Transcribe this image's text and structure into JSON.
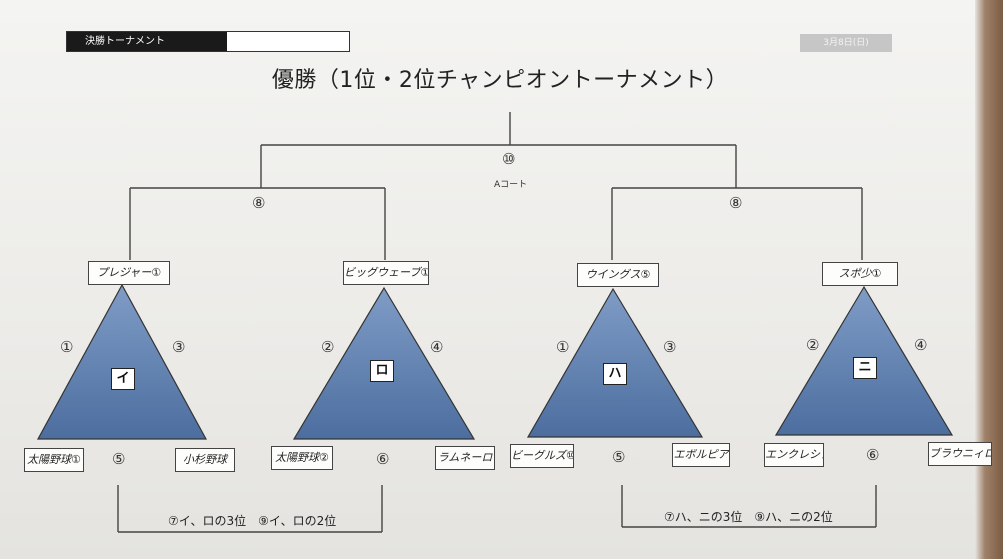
{
  "header": {
    "tab_label": "決勝トーナメント",
    "date": "3月8日(日)"
  },
  "title": "優勝（1位・2位チャンピオントーナメント）",
  "final": {
    "match_no": "⑩",
    "court": "Aコート"
  },
  "semis": [
    {
      "match_no": "⑧"
    },
    {
      "match_no": "⑧"
    }
  ],
  "pools": [
    {
      "pool": "イ",
      "winner": "プレジャー①",
      "left_match": "①",
      "right_match": "③",
      "bottom_match": "⑤",
      "bottom_left": "太陽野球①",
      "bottom_right": "小杉野球"
    },
    {
      "pool": "ロ",
      "winner": "ビッグウェーブ①",
      "left_match": "②",
      "right_match": "④",
      "bottom_match": "⑥",
      "bottom_left": "太陽野球②",
      "bottom_right": "ラムネーロ"
    },
    {
      "pool": "ハ",
      "winner": "ウイングス⑤",
      "left_match": "①",
      "right_match": "③",
      "bottom_match": "⑤",
      "bottom_left": "ビーグルズ⑩",
      "bottom_right": "エボルピア"
    },
    {
      "pool": "ニ",
      "winner": "スポ少①",
      "left_match": "②",
      "right_match": "④",
      "bottom_match": "⑥",
      "bottom_left": "エンクレシア",
      "bottom_right": "ブラウニィロール"
    }
  ],
  "notes": [
    "⑦イ、ロの3位　⑨イ、ロの2位",
    "⑦ハ、ニの3位　⑨ハ、ニの2位"
  ]
}
